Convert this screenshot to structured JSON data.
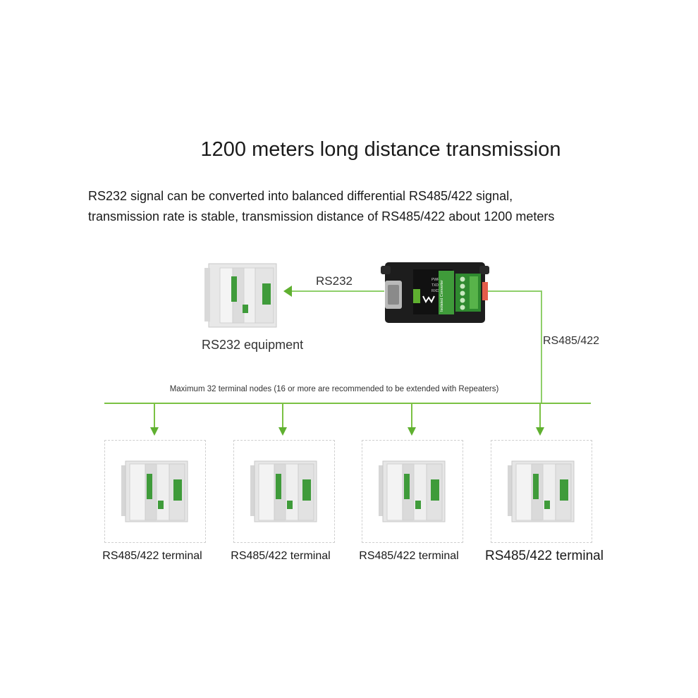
{
  "title": "1200 meters long distance transmission",
  "description": {
    "line1": "RS232 signal can be converted into balanced differential RS485/422 signal,",
    "line2": "transmission rate is stable, transmission distance of RS485/422 about 1200 meters"
  },
  "links": {
    "rs232": "RS232",
    "rs485": "RS485/422"
  },
  "equipment_label": "RS232 equipment",
  "bus_note": "Maximum 32 terminal nodes (16 or more are recommended to be extended with Repeaters)",
  "terminals": [
    {
      "label": "RS485/422 terminal"
    },
    {
      "label": "RS485/422 terminal"
    },
    {
      "label": "RS485/422 terminal"
    },
    {
      "label": "RS485/422 terminal"
    }
  ],
  "device": {
    "leds": [
      "PWR",
      "TXD",
      "RXD"
    ],
    "side_text": "Isolated Converter"
  },
  "colors": {
    "line": "#7bc143",
    "arrow": "#5fb030",
    "terminal_green": "#3f9b3a",
    "dashed_border": "#cfcfcf"
  }
}
